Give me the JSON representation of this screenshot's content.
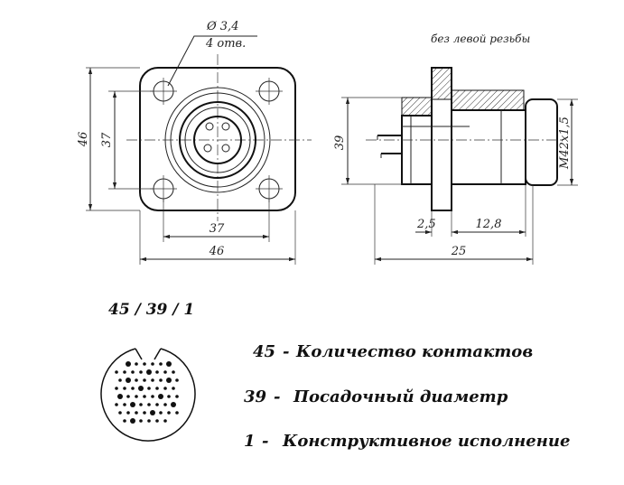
{
  "front_view": {
    "hole_diameter": "Ø 3,4",
    "hole_count": "4 отв.",
    "height_outer": "46",
    "height_inner": "37",
    "width_inner": "37",
    "width_outer": "46"
  },
  "side_view": {
    "note": "без левой резьбы",
    "height": "39",
    "thread": "M42x1,5",
    "dim_small": "2,5",
    "dim_mid": "12,8",
    "dim_total": "25"
  },
  "designation": {
    "code": "45 / 39 / 1",
    "legend": [
      {
        "num": "45",
        "text": "Количество контактов"
      },
      {
        "num": "39",
        "text": "Посадочный диаметр"
      },
      {
        "num": "1",
        "text": "Конструктивное исполнение"
      }
    ]
  }
}
